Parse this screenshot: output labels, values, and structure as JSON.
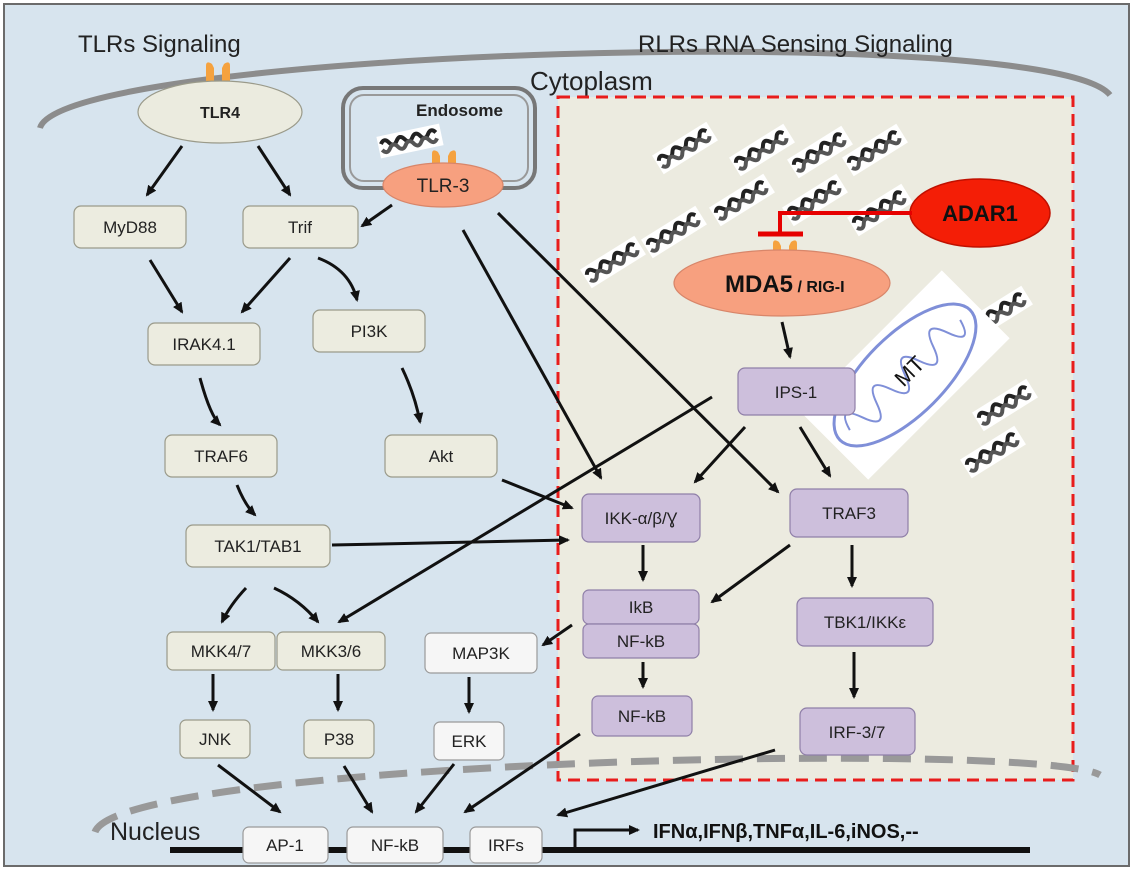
{
  "titles": {
    "tlrs": "TLRs Signaling",
    "rlrs": "RLRs RNA Sensing Signaling",
    "cytoplasm": "Cytoplasm",
    "endosome": "Endosome",
    "nucleus": "Nucleus",
    "mt": "MT"
  },
  "nodes": {
    "tlr4": "TLR4",
    "tlr3": "TLR-3",
    "myd88": "MyD88",
    "trif": "Trif",
    "irak": "IRAK4.1",
    "pi3k": "PI3K",
    "traf6": "TRAF6",
    "akt": "Akt",
    "tak1": "TAK1/TAB1",
    "mkk47": "MKK4/7",
    "mkk36": "MKK3/6",
    "map3k": "MAP3K",
    "jnk": "JNK",
    "p38": "P38",
    "erk": "ERK",
    "adar1": "ADAR1",
    "mda5_main": "MDA5",
    "mda5_sub": " / RIG-I",
    "ips1": "IPS-1",
    "ikk": "IKK-α/β/Ɣ",
    "traf3": "TRAF3",
    "ikb": "IkB",
    "nfkb_complex": "NF-kB",
    "nfkb": "NF-kB",
    "tbk1": "TBK1/IKKε",
    "irf37": "IRF-3/7",
    "ap1": "AP-1",
    "nfkb_nuc": "NF-kB",
    "irfs": "IRFs"
  },
  "output_genes": "IFNα,IFNβ,TNFα,IL-6,iNOS,--",
  "colors": {
    "background": "#d7e4ee",
    "cytoplasm_membrane": "#8c8c8c",
    "rlr_region": "#ecebe0",
    "dashed_border": "#e81c1c",
    "adar1": "#f41e06",
    "tlr_receptor": "#f7a07f",
    "receptor_ports": "#f5a23f",
    "purple_node": "#cdbfdc",
    "beige_node": "#ecece0",
    "inhibition_line": "#e60000"
  }
}
